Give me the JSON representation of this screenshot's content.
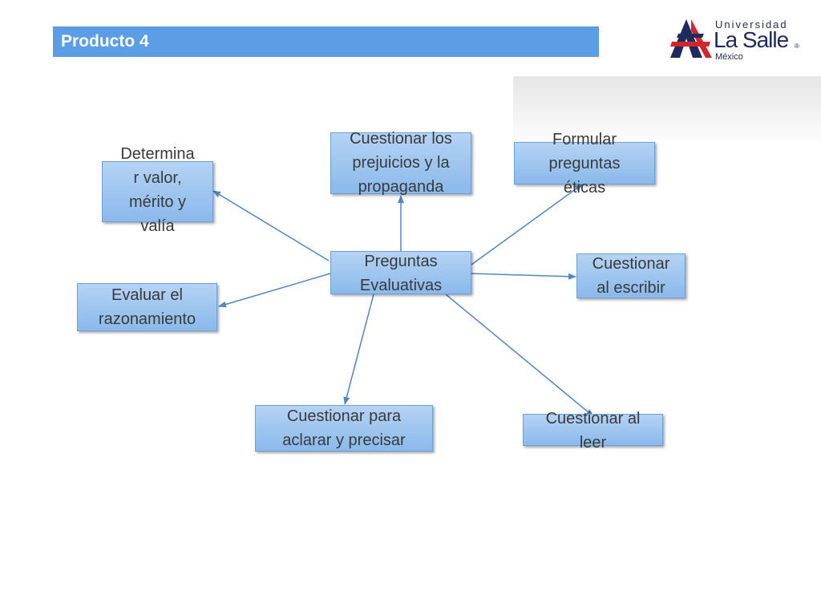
{
  "header": {
    "title": "Producto 4"
  },
  "logo": {
    "line1": "Universidad",
    "name": "La Salle",
    "registered": "®",
    "country": "México",
    "colors": {
      "navy": "#1f2b5c",
      "red": "#d0262d"
    }
  },
  "diagram": {
    "center": "Preguntas\nEvaluativas",
    "nodes": {
      "prejuicios": "Cuestionar los\nprejuicios y la\npropaganda",
      "eticas": "Formular\npreguntas\néticas",
      "valor": "Determina\nr valor,\nmérito y\nvalía",
      "escribir": "Cuestionar\nal escribir",
      "razonamiento": "Evaluar el\nrazonamiento",
      "aclarar": "Cuestionar para\naclarar y precisar",
      "leer": "Cuestionar al\nleer"
    },
    "colors": {
      "node_fill_top": "#b5d3f4",
      "node_fill_bottom": "#8ab9eb",
      "arrow": "#4f86c6",
      "title_bar": "#5b9ee6"
    }
  }
}
